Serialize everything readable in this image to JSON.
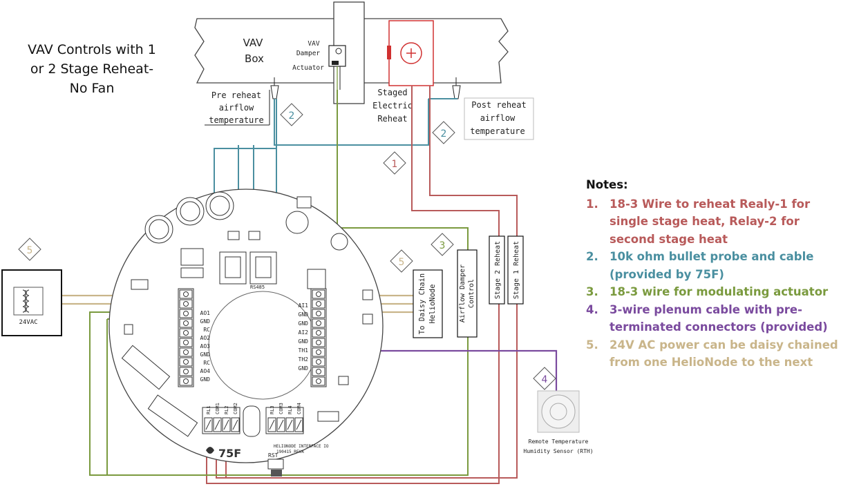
{
  "title": [
    "VAV Controls with 1",
    "or 2 Stage Reheat-",
    "No   Fan"
  ],
  "duct": {
    "vav_box": [
      "VAV",
      "Box"
    ],
    "actuator": [
      "VAV",
      "Damper",
      "Actuator"
    ],
    "staged_reheat": [
      "Staged",
      "Electric",
      "Reheat"
    ],
    "pre_reheat": [
      "Pre reheat",
      "airflow",
      "temperature"
    ],
    "post_reheat": [
      "Post reheat",
      "airflow",
      "temperature"
    ]
  },
  "callouts": {
    "c1": "1",
    "c2a": "2",
    "c2b": "2",
    "c3": "3",
    "c4": "4",
    "c5a": "5",
    "c5b": "5"
  },
  "boxes": {
    "daisy": [
      "To Daisy Chain",
      "HelioNode"
    ],
    "airflow": [
      "Airflow Damper",
      "Control"
    ],
    "stage2": "Stage 2 Reheat",
    "stage1": "Stage 1 Reheat"
  },
  "transformer_label": "24VAC",
  "sensor_label": [
    "Remote Temperature",
    "Humidity Sensor (RTH)"
  ],
  "board": {
    "brand": "75F",
    "interface": [
      "HELIONODE INTERFACE IO",
      "190415_REVA"
    ],
    "rst": "RST",
    "rs485": "RS485",
    "left_pins": [
      "AO1",
      "GND",
      "RC",
      "AO2",
      "AO3",
      "GND",
      "RC",
      "AO4",
      "GND"
    ],
    "right_pins": [
      "AI1",
      "GND",
      "GND",
      "AI2",
      "GND",
      "TH1",
      "TH2",
      "GND"
    ],
    "relay_pins": [
      "RL1",
      "COM1",
      "RL2",
      "COM2",
      "RL3",
      "COM3",
      "RL4",
      "COM4"
    ]
  },
  "notes": {
    "header": "Notes:",
    "items": [
      {
        "num": "1.",
        "text": "18-3 Wire to reheat Realy-1 for single stage heat, Relay-2 for second stage heat",
        "color": "#b85a5a"
      },
      {
        "num": "2.",
        "text": "10k ohm bullet probe and cable (provided by 75F)",
        "color": "#4a8fa0"
      },
      {
        "num": "3.",
        "text": "18-3 wire for modulating  actuator",
        "color": "#7a9a3e"
      },
      {
        "num": "4.",
        "text": "3-wire plenum cable with pre-terminated connectors (provided)",
        "color": "#7a4a9e"
      },
      {
        "num": "5.",
        "text": "24V AC power can be daisy chained from one HelioNode to the next",
        "color": "#c9b58a"
      }
    ]
  },
  "colors": {
    "reheat": "#b85a5a",
    "probe": "#4a8fa0",
    "actuator": "#7a9a3e",
    "plenum": "#7a4a9e",
    "power": "#c9b58a"
  }
}
